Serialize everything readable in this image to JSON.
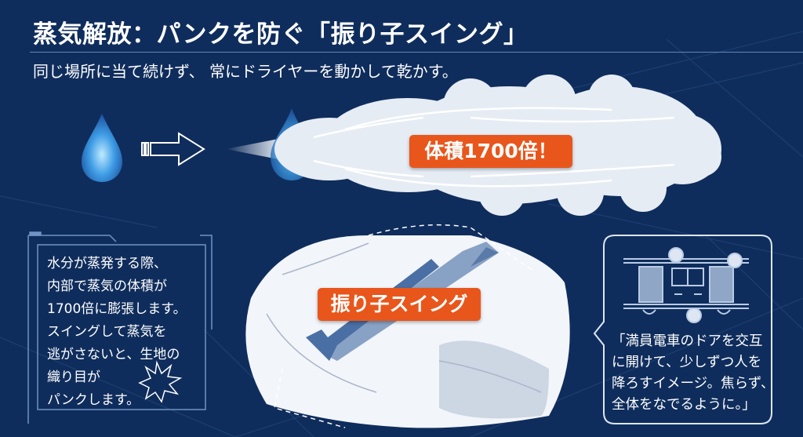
{
  "header": {
    "title": "蒸気解放：パンクを防ぐ「振り子スイング」",
    "subtitle": "同じ場所に当て続けず、 常にドライヤーを動かして乾かす。"
  },
  "steam_section": {
    "volume_label": "体積1700倍！"
  },
  "pillow_section": {
    "swing_label": "振り子スイング"
  },
  "info_box": {
    "lines": [
      "水分が蒸発する際、",
      "内部で蒸気の体積が",
      "1700倍に膨張します。",
      "スイングして蒸気を",
      "逃がさないと、生地の",
      "織り目が",
      "パンクします。"
    ]
  },
  "analogy_bubble": {
    "lines": [
      "「満員電車のドアを交互",
      "に開けて、少しずつ人を",
      "降ろすイメージ。焦らず、",
      "全体をなでるように。」"
    ]
  },
  "colors": {
    "background": "#0f2d5c",
    "accent": "#e8561c",
    "line": "#5f86b8"
  }
}
